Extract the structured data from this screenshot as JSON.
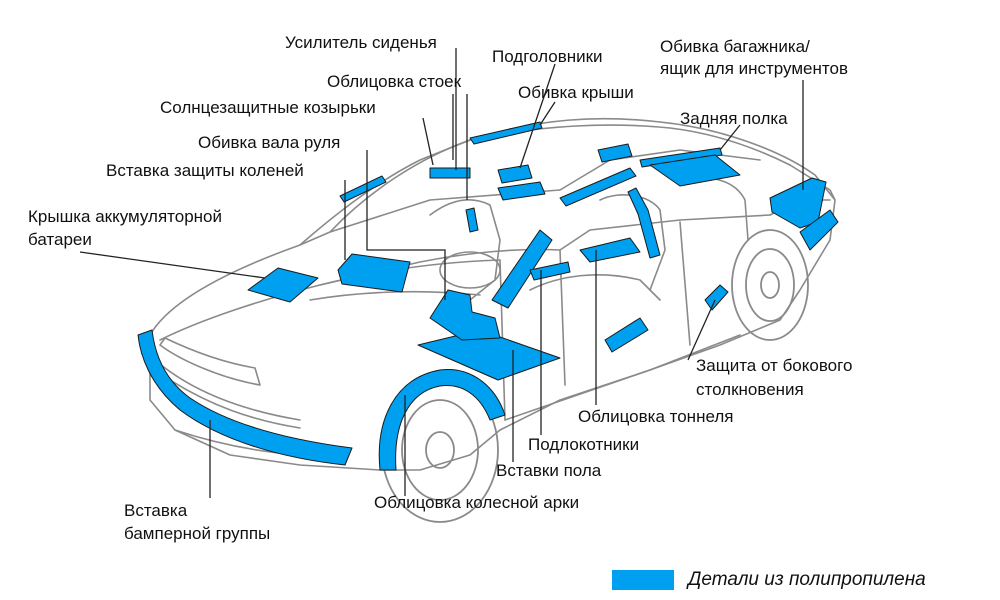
{
  "colors": {
    "pp_part": "#00a0f0",
    "car_outline": "#8a8a8a",
    "leader_line": "#222222"
  },
  "labels": {
    "seat_reinforcement": "Усилитель сиденья",
    "headrests": "Подголовники",
    "trunk_lining_1": "Обивка багажника/",
    "trunk_lining_2": "ящик для инструментов",
    "pillar_trim": "Облицовка стоек",
    "roof_lining": "Обивка крыши",
    "sun_visors": "Солнцезащитные козырьки",
    "rear_shelf": "Задняя полка",
    "steering_column_trim": "Обивка вала руля",
    "knee_protection": "Вставка защиты коленей",
    "battery_cover_1": "Крышка аккумуляторной",
    "battery_cover_2": "батареи",
    "side_impact_1": "Защита от бокового",
    "side_impact_2": "столкновения",
    "tunnel_trim": "Облицовка тоннеля",
    "armrests": "Подлокотники",
    "floor_inserts": "Вставки пола",
    "wheel_arch_trim": "Облицовка колесной арки",
    "bumper_insert_1": "Вставка",
    "bumper_insert_2": "бамперной группы"
  },
  "legend": {
    "text": "Детали из полипропилена"
  }
}
